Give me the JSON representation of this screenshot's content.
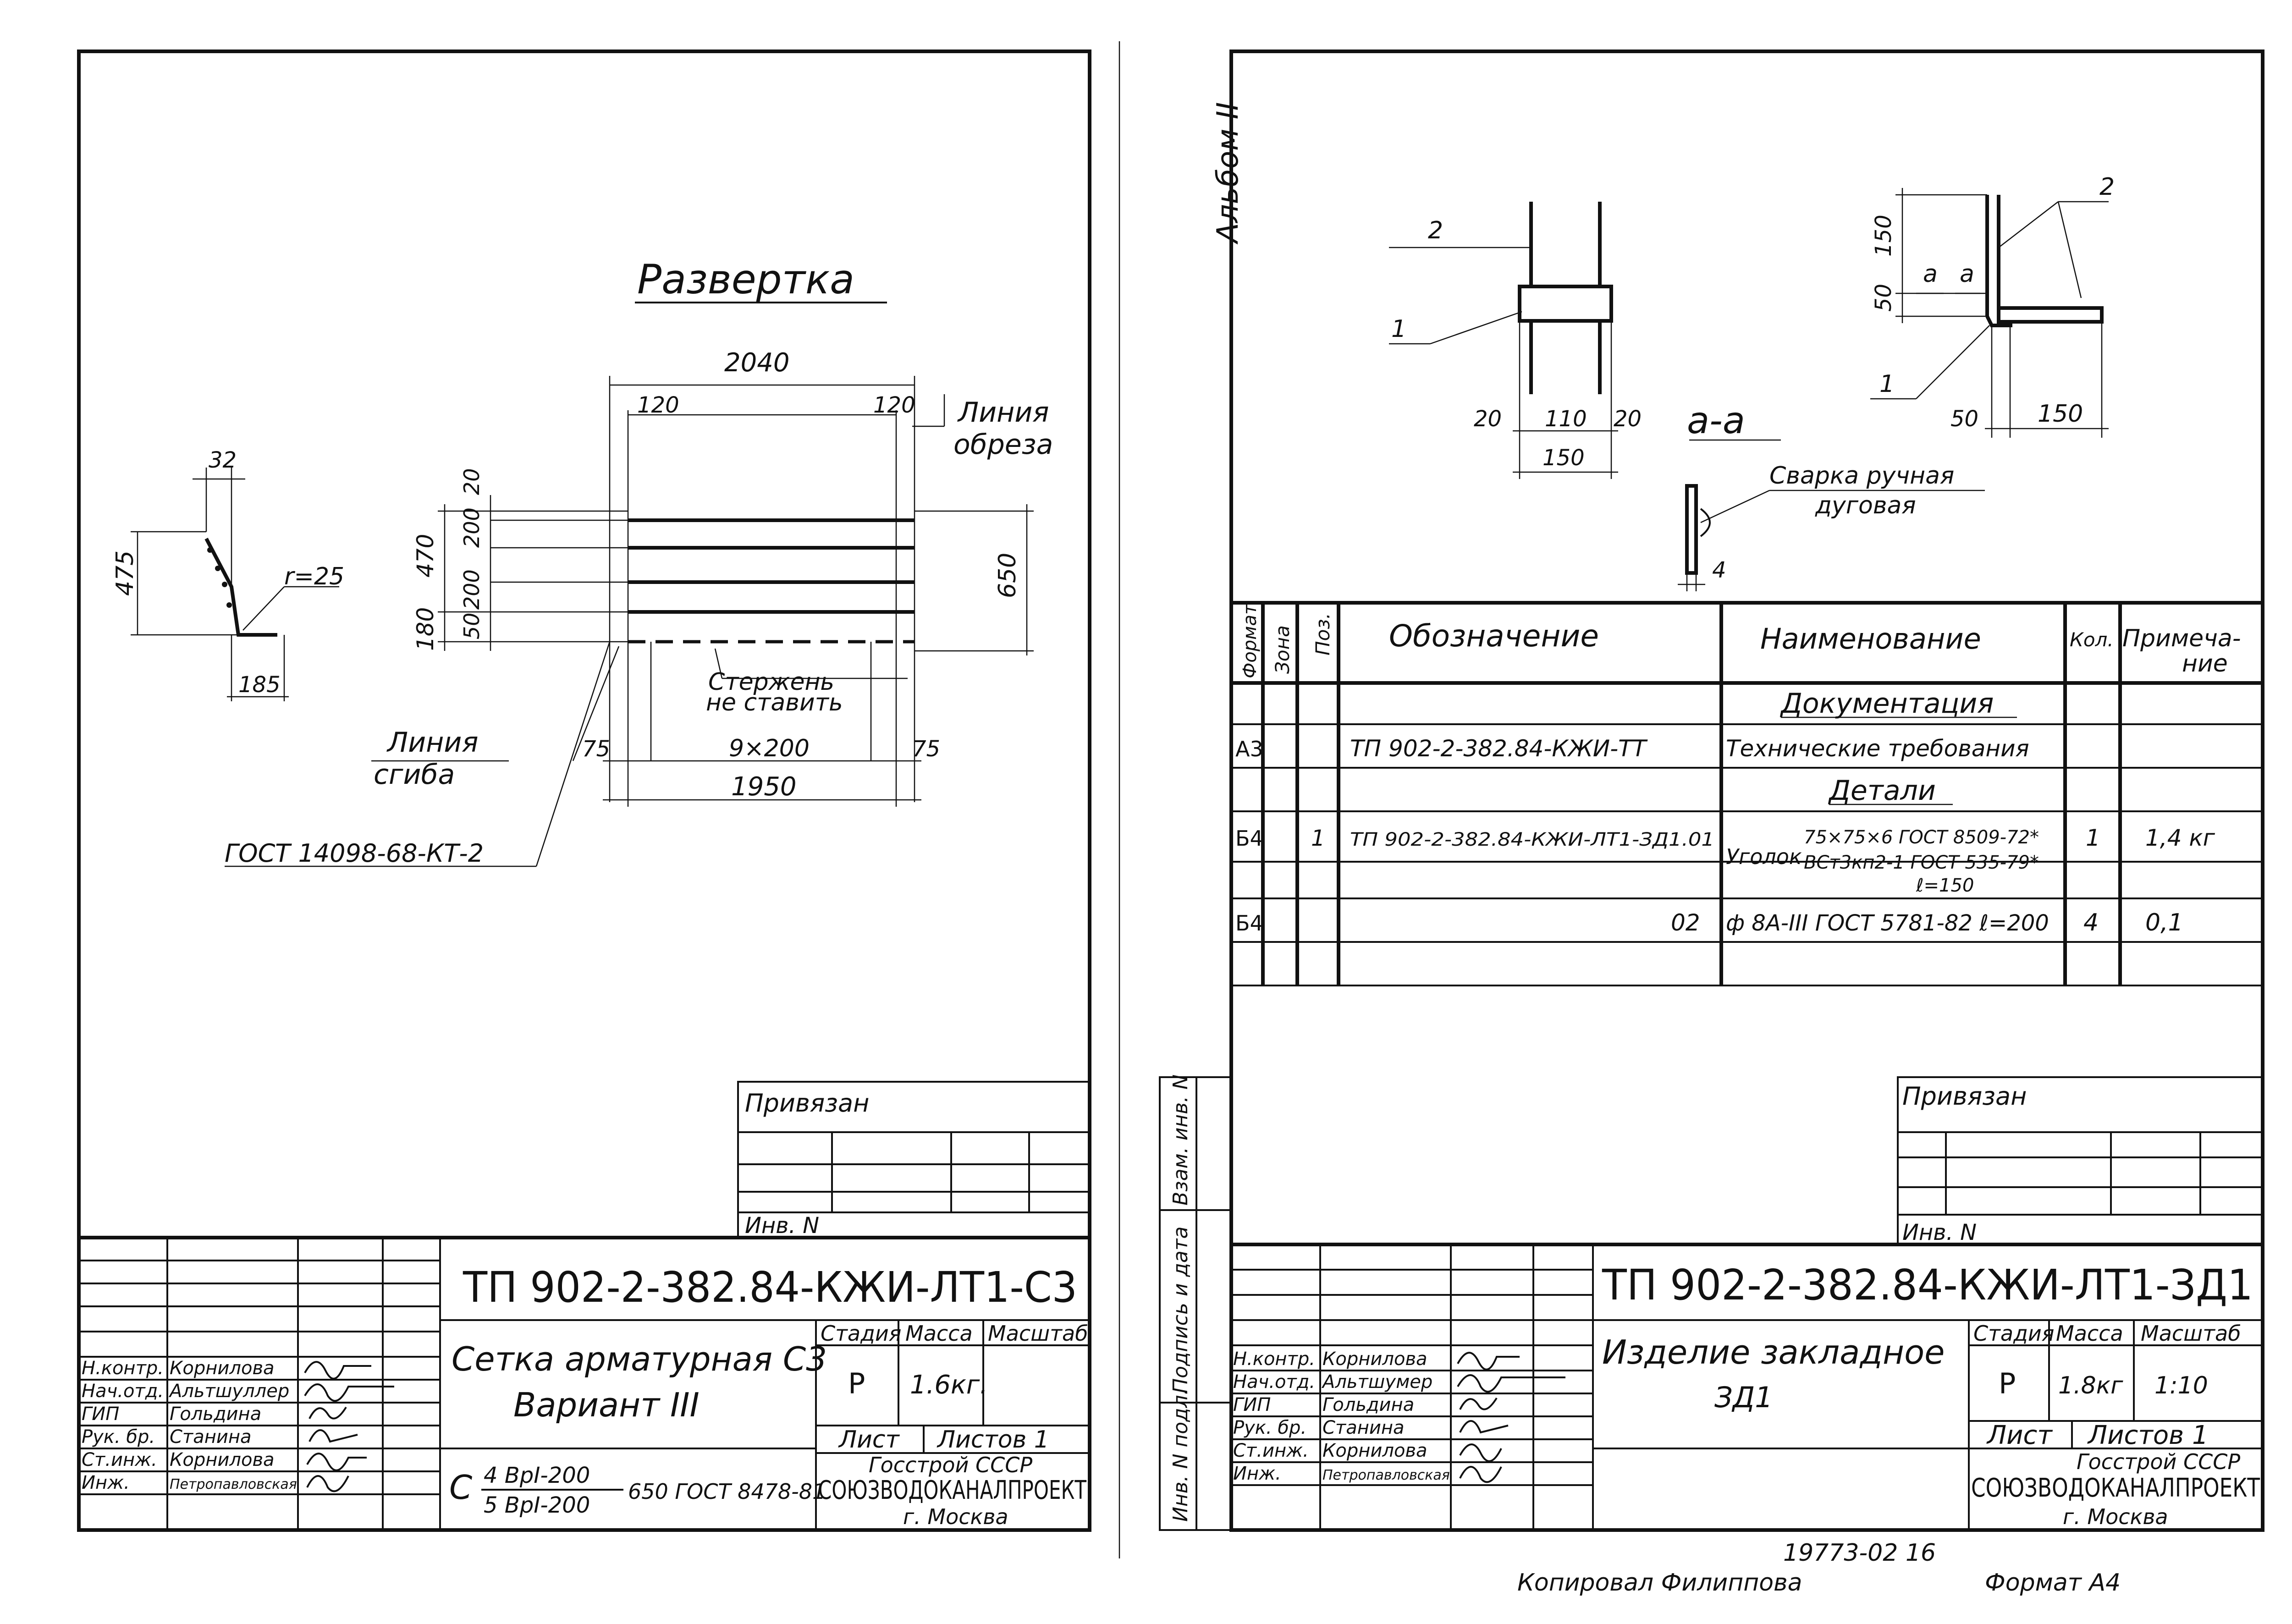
{
  "left_sheet": {
    "drawing": {
      "title": "Развертка",
      "dim_total": "2040",
      "dim_end_left": "120",
      "dim_end_right": "120",
      "label_cut_line_1": "Линия",
      "label_cut_line_2": "обреза",
      "dim_left_20": "20",
      "dim_left_200a": "200",
      "dim_left_200b": "200",
      "dim_left_470": "470",
      "dim_left_50": "50",
      "dim_left_180": "180",
      "dim_right_650": "650",
      "label_rod_1": "Стержень",
      "label_rod_2": "не ставить",
      "label_bend_1": "Линия",
      "label_bend_2": "сгиба",
      "dim_bottom_75_left": "75",
      "dim_bottom_9x200": "9×200",
      "dim_bottom_75_right": "75",
      "dim_bottom_1950": "1950",
      "gost_ref": "ГОСТ 14098-68-КТ-2",
      "profile_32": "32",
      "profile_475": "475",
      "profile_r": "r=25",
      "profile_185": "185"
    },
    "stamp": {
      "privyazan": "Привязан",
      "inv_n": "Инв. N",
      "code": "ТП 902-2-382.84-КЖИ-ЛТ1-С3",
      "name_1": "Сетка арматурная С3",
      "name_2": "Вариант III",
      "h_stage": "Стадия",
      "h_mass": "Масса",
      "h_scale": "Масштаб",
      "stage": "Р",
      "mass": "1.6кг.",
      "scale": "",
      "sheet": "Лист",
      "sheets": "Листов 1",
      "formula_c": "С",
      "formula_top": "4 ВрI-200",
      "formula_bottom": "5 ВрI-200",
      "formula_tail": "650 ГОСТ 8478-81",
      "org_1": "Госстрой СССР",
      "org_2": "СОЮЗВОДОКАНАЛПРОЕКТ",
      "org_3": "г. Москва",
      "people": [
        {
          "role": "Н.контр.",
          "name": "Корнилова"
        },
        {
          "role": "Нач.отд.",
          "name": "Альтшуллер"
        },
        {
          "role": "ГИП",
          "name": "Гольдина"
        },
        {
          "role": "Рук. бр.",
          "name": "Станина"
        },
        {
          "role": "Ст.инж.",
          "name": "Корнилова"
        },
        {
          "role": "Инж.",
          "name": "Петропавловская"
        }
      ]
    }
  },
  "right_sheet": {
    "side_album": "Альбом II",
    "side_labels": [
      "Инв. N подл.",
      "Подпись и дата",
      "Взам. инв. N"
    ],
    "drawing": {
      "label_g": "2",
      "label_1": "1",
      "dim_20a": "20",
      "dim_110": "110",
      "dim_20b": "20",
      "dim_150": "150",
      "section_name": "а-а",
      "weld_1": "Сварка ручная",
      "weld_2": "дуговая",
      "weld_4": "4",
      "side_150": "150",
      "side_50": "50",
      "side_a1": "а",
      "side_a2": "а",
      "side_g": "2",
      "side_1": "1",
      "side_bot_50": "50",
      "side_bot_150": "150"
    },
    "spec": {
      "headers": [
        "Формат",
        "Зона",
        "Поз.",
        "Обозначение",
        "Наименование",
        "Кол.",
        "Примечание"
      ],
      "header_note_1": "Примеча-",
      "header_note_2": "ние",
      "section_docs": "Документация",
      "row1_format": "А3",
      "row1_code": "ТП 902-2-382.84-КЖИ-ТТ",
      "row1_name": "Технические требования",
      "section_parts": "Детали",
      "row2_format": "Б4",
      "row2_pos": "1",
      "row2_code": "ТП 902-2-382.84-КЖИ-ЛТ1-ЗД1.01",
      "row2_name_a": "Уголок",
      "row2_name_b": "75×75×6 ГОСТ 8509-72*",
      "row2_name_c": "ВСт3кп2-1 ГОСТ 535-79*",
      "row2_name_d": "ℓ=150",
      "row2_qty": "1",
      "row2_note": "1,4 кг",
      "row3_format": "Б4",
      "row3_code": "02",
      "row3_name": "ф 8А-III ГОСТ 5781-82 ℓ=200",
      "row3_qty": "4",
      "row3_note": "0,1"
    },
    "stamp": {
      "privyazan": "Привязан",
      "inv_n": "Инв. N",
      "code": "ТП 902-2-382.84-КЖИ-ЛТ1-ЗД1",
      "name_1": "Изделие закладное",
      "name_2": "ЗД1",
      "h_stage": "Стадия",
      "h_mass": "Масса",
      "h_scale": "Масштаб",
      "stage": "Р",
      "mass": "1.8кг",
      "scale": "1:10",
      "sheet": "Лист",
      "sheets": "Листов 1",
      "org_1": "Госстрой СССР",
      "org_2": "СОЮЗВОДОКАНАЛПРОЕКТ",
      "org_3": "г. Москва",
      "people": [
        {
          "role": "Н.контр.",
          "name": "Корнилова"
        },
        {
          "role": "Нач.отд.",
          "name": "Альтшумер"
        },
        {
          "role": "ГИП",
          "name": "Гольдина"
        },
        {
          "role": "Рук. бр.",
          "name": "Станина"
        },
        {
          "role": "Ст.инж.",
          "name": "Корнилова"
        },
        {
          "role": "Инж.",
          "name": "Петропавловская"
        }
      ]
    },
    "footer_number": "19773-02  16",
    "footer_copy": "Копировал Филиппова",
    "footer_format": "Формат А4"
  }
}
